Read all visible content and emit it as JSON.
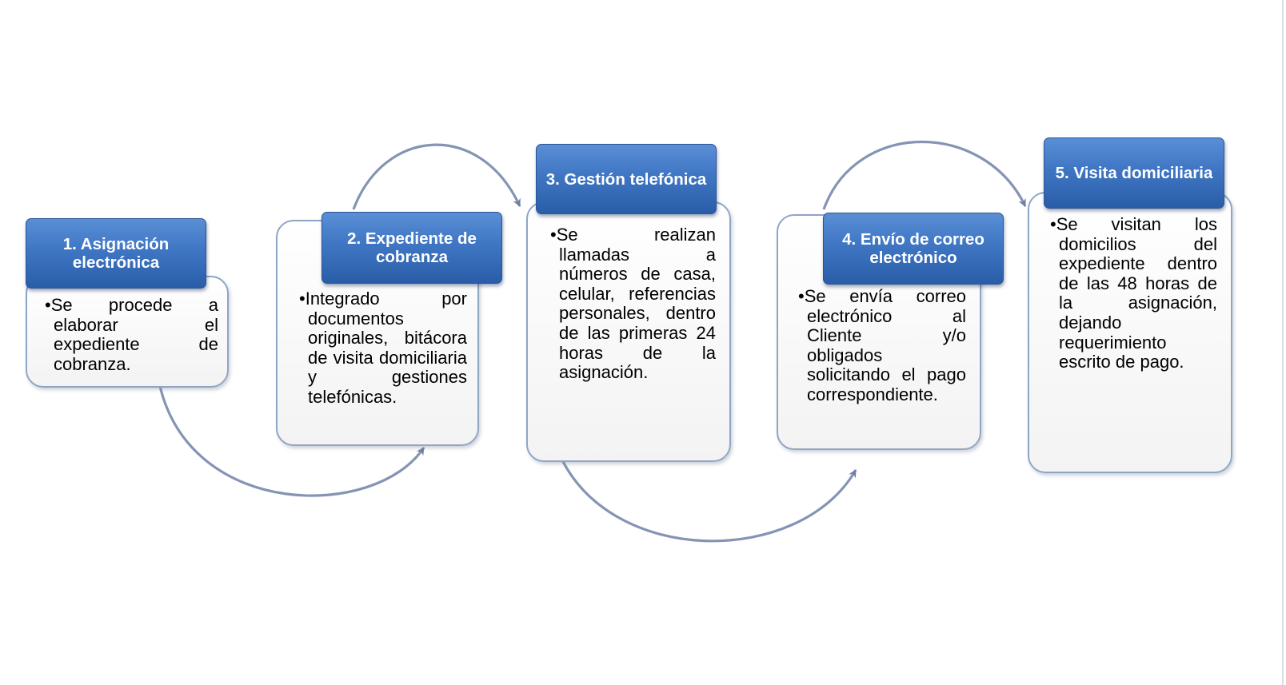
{
  "steps": [
    {
      "title": "1. Asignación electrónica",
      "description": "•Se procede a elaborar el expediente de cobranza."
    },
    {
      "title": "2. Expediente de cobranza",
      "description": "•Integrado por documentos originales, bitácora de visita domiciliaria y gestiones telefónicas."
    },
    {
      "title": "3. Gestión telefónica",
      "description": "•Se realizan llamadas a números de casa, celular, referencias personales, dentro de las primeras 24 horas de la asignación."
    },
    {
      "title": "4. Envío de correo electrónico",
      "description": "•Se envía correo electrónico al Cliente y/o obligados solicitando el pago correspondiente."
    },
    {
      "title": "5. Visita domiciliaria",
      "description": "•Se visitan los domicilios del expediente dentro de las 48 horas de la asignación, dejando requerimiento escrito de pago."
    }
  ],
  "colors": {
    "title_fill": "#3f76c3",
    "card_border": "#8fa5c6",
    "arrow": "#7f8fb0"
  }
}
